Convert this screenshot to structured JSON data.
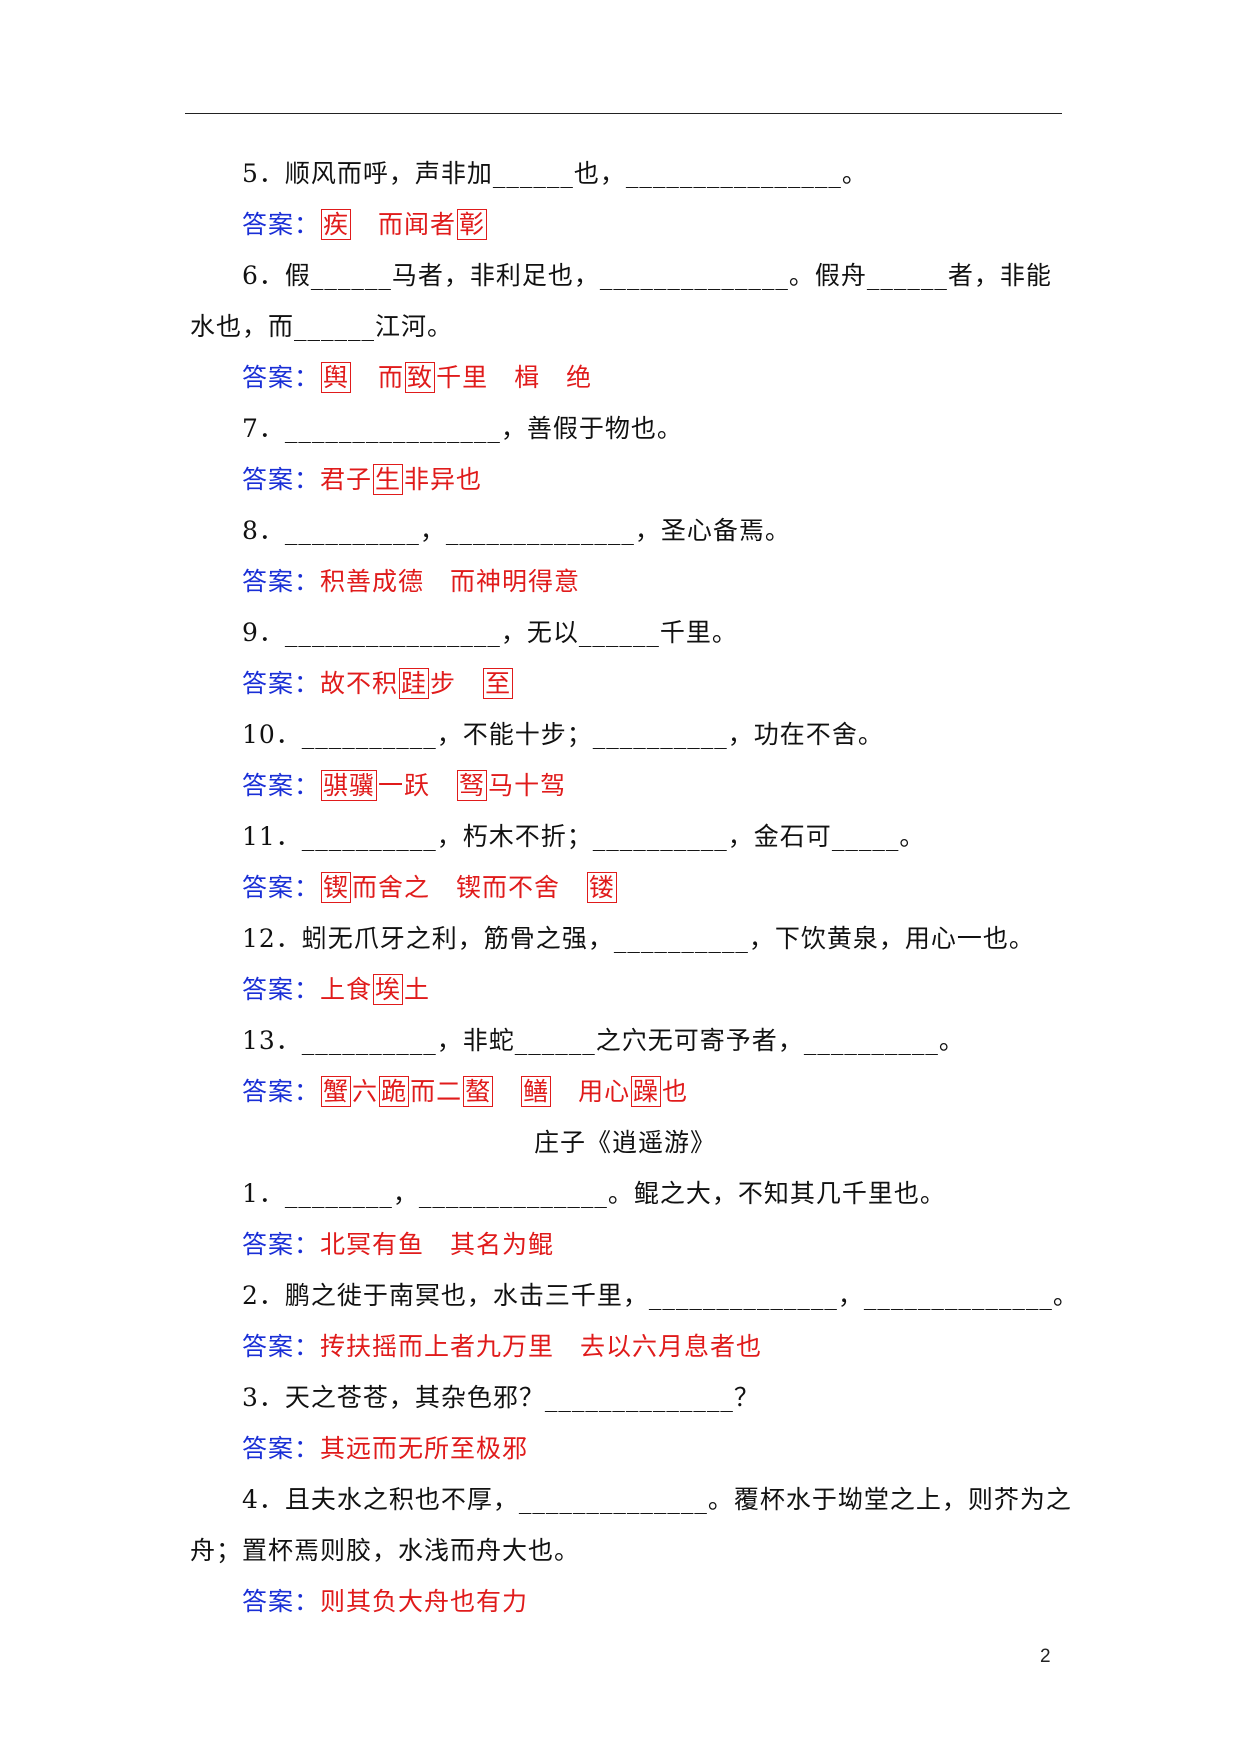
{
  "questions_a": [
    {
      "q": "5．顺风而呼，声非加______也，________________。",
      "label": "答案：",
      "a": [
        "疾",
        "　而闻者",
        "彰"
      ],
      "boxed": [
        0,
        2
      ]
    },
    {
      "q": "6．假______马者，非利足也，______________。假舟______者，非能",
      "q2": "水也，而______江河。",
      "label": "答案：",
      "a": [
        "舆",
        "　而",
        "致",
        "千里　楫　绝"
      ],
      "boxed": [
        0,
        2
      ]
    },
    {
      "q": "7．________________，善假于物也。",
      "label": "答案：",
      "a": [
        "君子",
        "生",
        "非异也"
      ],
      "boxed": [
        1
      ]
    },
    {
      "q": "8．__________，______________，圣心备焉。",
      "label": "答案：",
      "a": [
        "积善成德　而神明得意"
      ],
      "boxed": []
    },
    {
      "q": "9．________________，无以______千里。",
      "label": "答案：",
      "a": [
        "故不积",
        "跬",
        "步　",
        "至"
      ],
      "boxed": [
        1,
        3
      ]
    },
    {
      "q": "10．__________，不能十步；__________，功在不舍。",
      "label": "答案：",
      "a": [
        "骐骥",
        "一跃　",
        "驽",
        "马十驾"
      ],
      "boxed": [
        0,
        2
      ]
    },
    {
      "q": "11．__________，朽木不折；__________，金石可_____。",
      "label": "答案：",
      "a": [
        "锲",
        "而舍之　锲而不舍　",
        "镂"
      ],
      "boxed": [
        0,
        2
      ]
    },
    {
      "q": "12．蚓无爪牙之利，筋骨之强，__________，下饮黄泉，用心一也。",
      "label": "答案：",
      "a": [
        "上食",
        "埃",
        "土"
      ],
      "boxed": [
        1
      ]
    },
    {
      "q": "13．__________，非蛇______之穴无可寄予者，__________。",
      "label": "答案：",
      "a": [
        "蟹",
        "六",
        "跪",
        "而二",
        "螯",
        "　",
        "鳝",
        "　用心",
        "躁",
        "也"
      ],
      "boxed": [
        0,
        2,
        4,
        6,
        8
      ]
    }
  ],
  "section_title": "庄子《逍遥游》",
  "questions_b": [
    {
      "q": "1．________，______________。鲲之大，不知其几千里也。",
      "label": "答案：",
      "a": [
        "北冥有鱼　其名为鲲"
      ],
      "boxed": []
    },
    {
      "q": "2．鹏之徙于南冥也，水击三千里，______________，______________。",
      "label": "答案：",
      "a": [
        "抟扶摇而上者九万里　去以六月息者也"
      ],
      "boxed": []
    },
    {
      "q": "3．天之苍苍，其杂色邪？______________？",
      "label": "答案：",
      "a": [
        "其远而无所至极邪"
      ],
      "boxed": []
    },
    {
      "q": "4．且夫水之积也不厚，______________。覆杯水于坳堂之上，则芥为之",
      "q2": "舟；置杯焉则胶，水浅而舟大也。",
      "label": "答案：",
      "a": [
        "则其负大舟也有力"
      ],
      "boxed": []
    }
  ],
  "page_number": "2",
  "colors": {
    "answer_label": "#1a2fd6",
    "answer_text": "#e01b1b",
    "text": "#111111"
  }
}
